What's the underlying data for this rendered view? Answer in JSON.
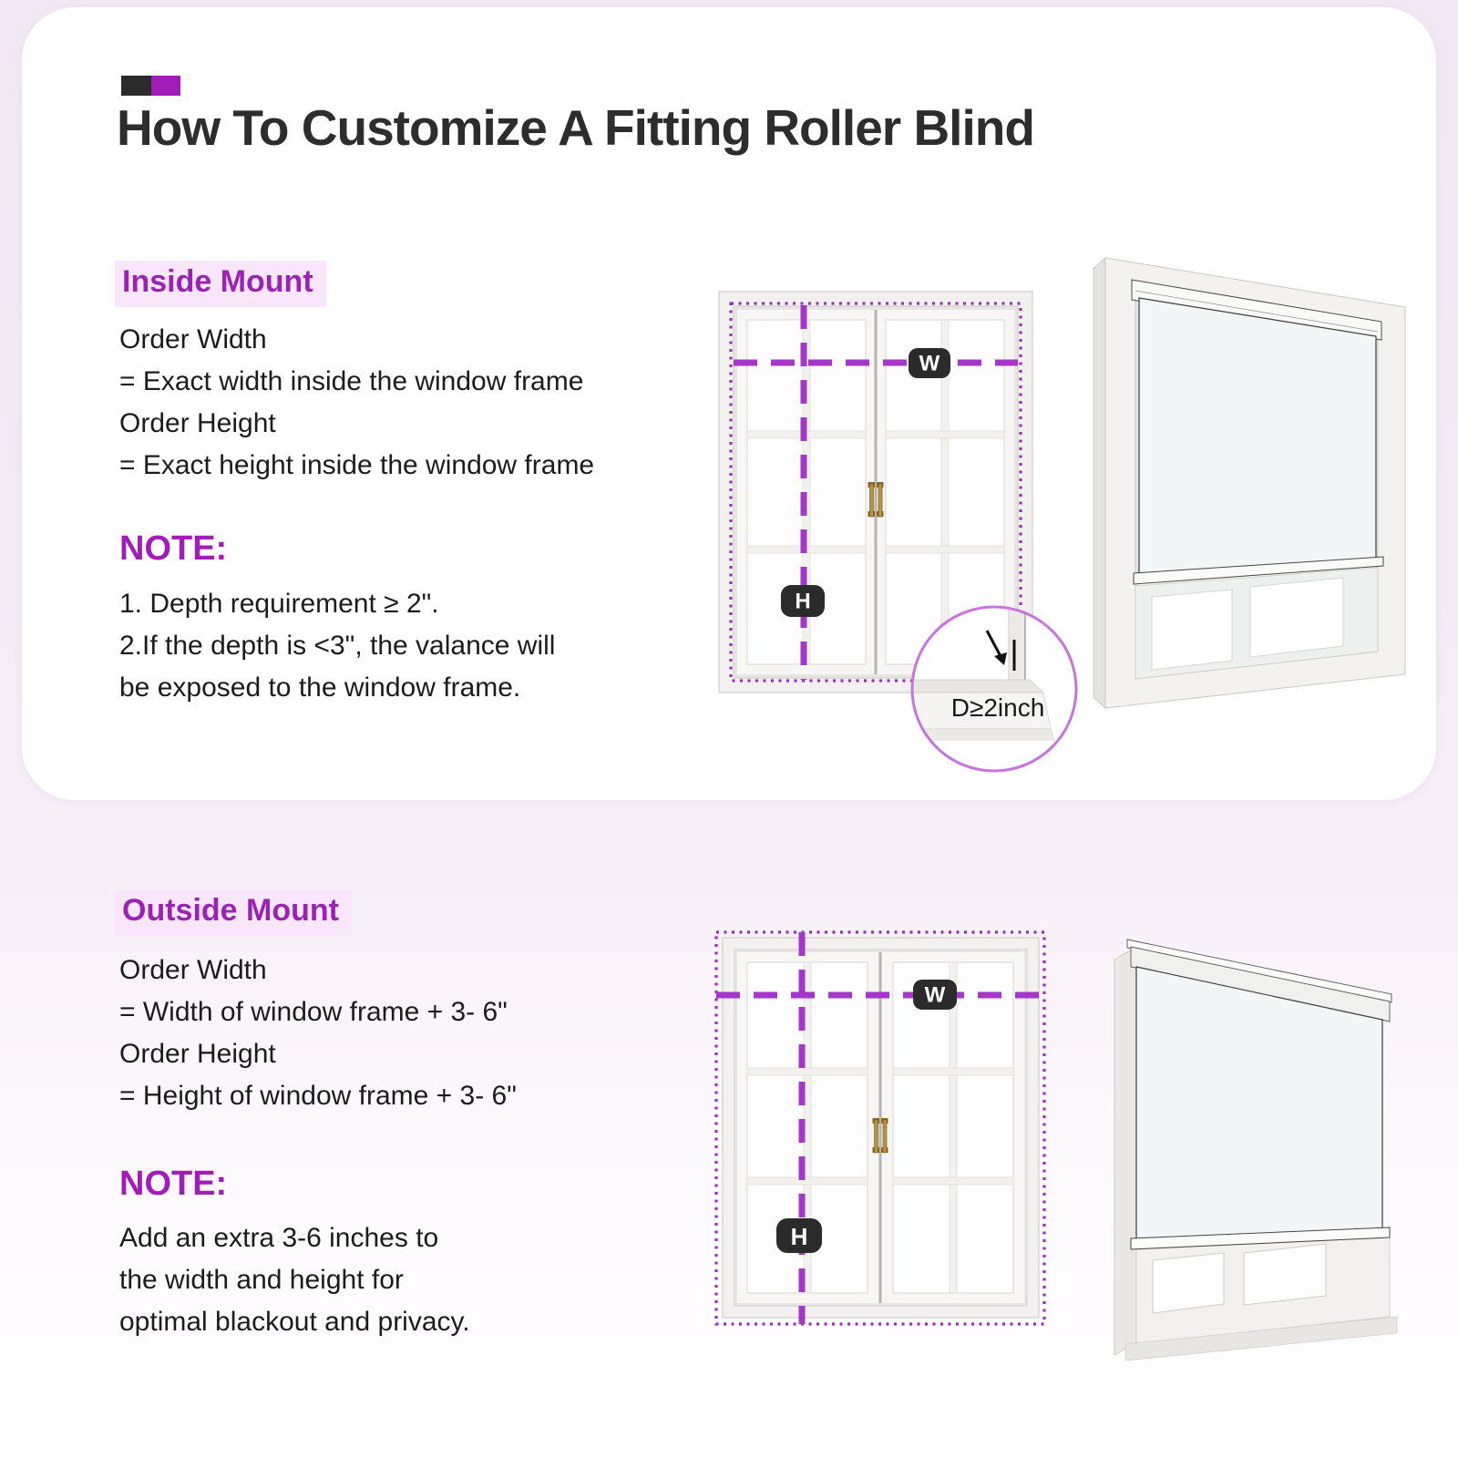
{
  "colors": {
    "accent_purple": "#a21cba",
    "heading_purple": "#9a23b5",
    "heading_highlight_bg": "#f8e7fa",
    "dash_purple": "#a436c9",
    "dotted_purple": "#9c2fc2",
    "badge_dark": "#2b2b2b",
    "title_dark": "#2d2d2d",
    "circle_stroke": "#c873de",
    "card_bg": "#ffffff",
    "page_bg_top": "#f2e7f4",
    "page_bg_bottom": "#ffffff"
  },
  "header": {
    "title": "How To Customize A Fitting Roller Blind"
  },
  "inside_mount": {
    "heading": "Inside Mount",
    "lines": [
      "Order Width",
      "= Exact width inside the window frame",
      "Order Height",
      "= Exact height inside the window frame"
    ],
    "note_heading": "NOTE:",
    "note_lines": [
      "1. Depth requirement ≥ 2\".",
      "2.If the depth is <3\", the valance will",
      "be exposed to the window frame."
    ],
    "width_label": "W",
    "height_label": "H",
    "depth_label": "D≥2inch"
  },
  "outside_mount": {
    "heading": "Outside Mount",
    "lines": [
      "Order Width",
      "= Width of window frame + 3- 6\"",
      "Order Height",
      "= Height of window frame + 3- 6\""
    ],
    "note_heading": "NOTE:",
    "note_lines": [
      "Add an extra 3-6 inches to",
      "the width and height for",
      "optimal blackout and privacy."
    ],
    "width_label": "W",
    "height_label": "H"
  }
}
